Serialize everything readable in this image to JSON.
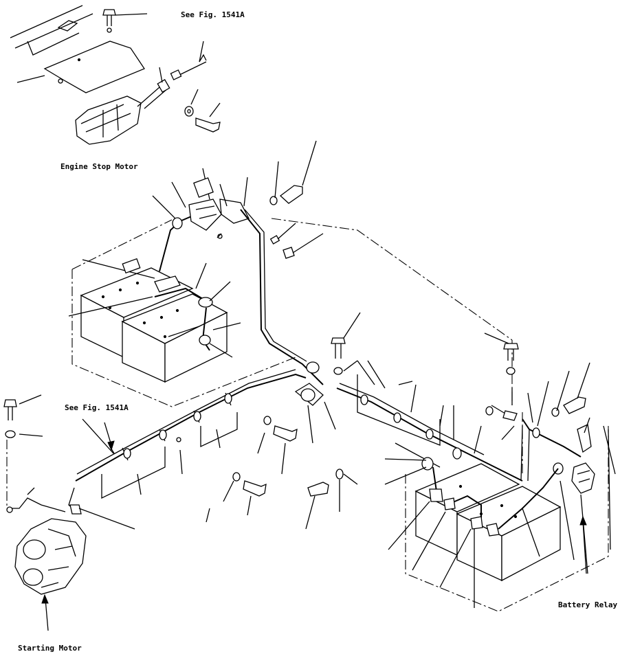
{
  "labels": {
    "see_fig_top": "See Fig. 1541A",
    "engine_stop_motor": "Engine Stop Motor",
    "see_fig_left": "See Fig. 1541A",
    "battery_relay": "Battery Relay",
    "starting_motor": "Starting Motor"
  }
}
